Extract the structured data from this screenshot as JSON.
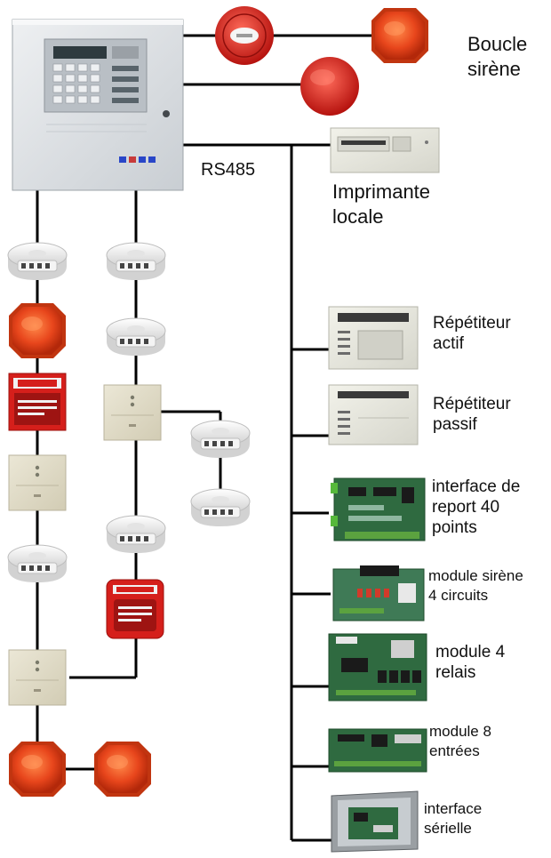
{
  "labels": {
    "siren_loop": "Boucle\nsirène",
    "rs485": "RS485",
    "printer": "Imprimante\nlocale",
    "repeater_active": "Répétiteur\nactif",
    "repeater_passive": "Répétiteur\npassif",
    "interface_40": "interface de\nreport 40\npoints",
    "siren_module": "module sirène\n4 circuits",
    "relay_module": "module 4\nrelais",
    "input_module": "module 8\nentrées",
    "serial_interface": "interface\nsérielle"
  },
  "colors": {
    "wire": "#000000",
    "siren_red": "#e8461c",
    "alarm_red": "#d6201c",
    "panel_grey": "#d9dde0",
    "module_beige": "#ddd8c4",
    "pcb_green": "#2f6a40"
  }
}
